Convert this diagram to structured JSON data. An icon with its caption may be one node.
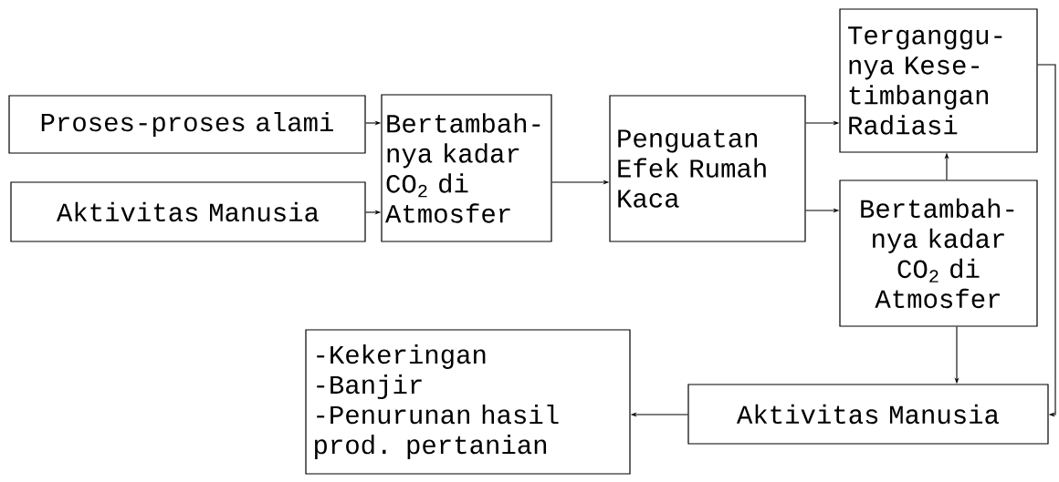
{
  "diagram": {
    "nodes": [
      {
        "text": [
          "Proses-proses alami"
        ]
      },
      {
        "text": [
          "Aktivitas Manusia"
        ]
      },
      {
        "text": [
          "Bertambah- nya kadar CO$_{2}$ di Atmosfer"
        ]
      },
      {
        "text": [
          "Penguatan Efek Rumah Kaca"
        ]
      },
      {
        "text": [
          "Terganggu- nya Kese- timbangan Radiasi"
        ]
      },
      {
        "text": [
          "Bertambah- nya kadar CO$_{2}$ di Atmosfer"
        ]
      },
      {
        "text": [
          "Aktivitas Manusia"
        ]
      },
      {
        "text": [
          "-Kekeringan",
          "-Banjir",
          "-Penurunan hasil prod. pertanian"
        ]
      }
    ],
    "edges": [
      {
        "from": 0,
        "to": 2,
        "arrow": "to"
      },
      {
        "from": 1,
        "to": 2,
        "arrow": "to"
      },
      {
        "from": 2,
        "to": 3,
        "arrow": "to"
      },
      {
        "from": 3,
        "to": 4,
        "arrow": "to"
      },
      {
        "from": 3,
        "to": 5,
        "arrow": "to"
      },
      {
        "from": 5,
        "to": 4,
        "arrow": "to"
      },
      {
        "from": 5,
        "to": 6,
        "arrow": "to"
      },
      {
        "from": 4,
        "to": 6,
        "arrow": "to"
      },
      {
        "from": 6,
        "to": 7,
        "arrow": "to"
      }
    ]
  }
}
